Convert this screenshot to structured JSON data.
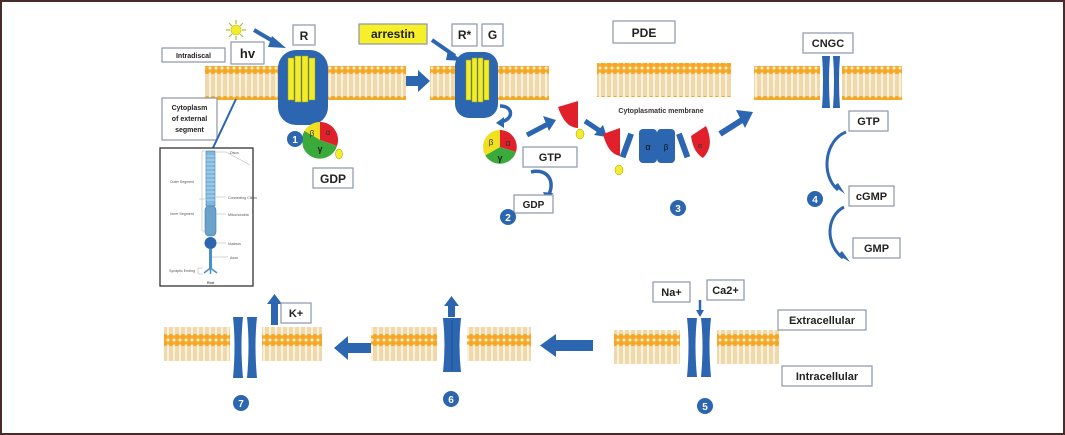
{
  "figure": {
    "title": "Phototransduction cascade in rod outer segment",
    "colors": {
      "membrane_head": "#f6a623",
      "membrane_tail": "#f3e3b8",
      "protein_blue": "#2d66b0",
      "helix_yellow": "#f2ec2a",
      "alpha_red": "#e0202a",
      "beta_yellow": "#f0e020",
      "gamma_green": "#3aaa3a",
      "arrestin_bg": "#f7ef2a",
      "border": "#4a2a2a"
    }
  },
  "labels": {
    "intradiscal": "Intradiscal",
    "hv": "hv",
    "R": "R",
    "cytoplasm_line1": "Cytoplasm",
    "cytoplasm_line2": "of external",
    "cytoplasm_line3": "segment",
    "arrestin": "arrestin",
    "R_star": "R*",
    "G": "G",
    "PDE": "PDE",
    "cytoplasmatic_membrane": "Cytoplasmatic membrane",
    "CNGC": "CNGC",
    "GTP_step2": "GTP",
    "GDP_step1": "GDP",
    "GDP_step2": "GDP",
    "GTP_step4": "GTP",
    "cGMP": "cGMP",
    "GMP": "GMP",
    "Na": "Na+",
    "Ca": "Ca2+",
    "extracellular": "Extracellular",
    "intracellular": "Intracellular",
    "K": "K+"
  },
  "subunits": {
    "alpha": "α",
    "beta": "β",
    "gamma": "γ"
  },
  "steps": [
    "1",
    "2",
    "3",
    "4",
    "5",
    "6",
    "7"
  ],
  "rod_inset": {
    "title": "Rod",
    "left_labels": [
      "Outer Segment",
      "Inner Segment",
      "Synaptic Ending"
    ],
    "right_labels": [
      "Discs",
      "Connecting Cilium",
      "Mitochondria",
      "Nucleus",
      "Axon"
    ]
  }
}
